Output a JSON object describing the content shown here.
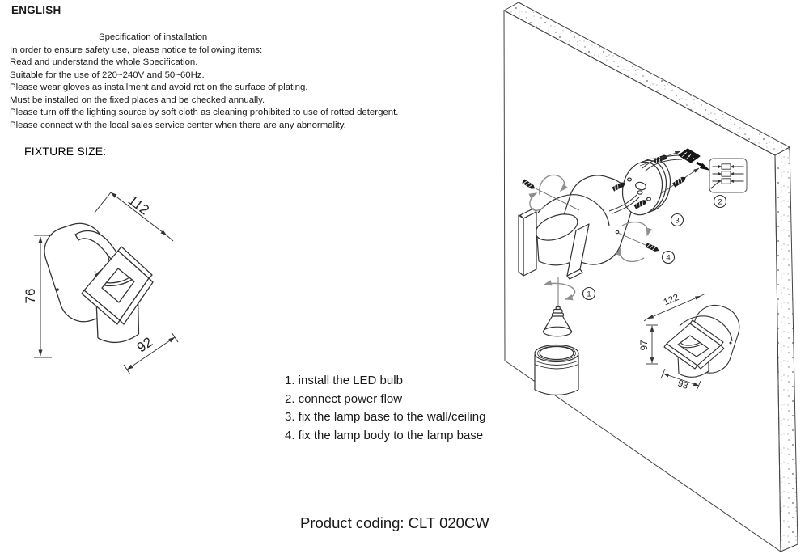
{
  "header": {
    "language": "ENGLISH"
  },
  "spec": {
    "title": "Specification of installation",
    "lines": [
      "In order to ensure safety use, please notice te following items:",
      "Read and understand the whole Specification.",
      "Suitable for the use of 220~240V and 50~60Hz.",
      "Please wear gloves as installment and avoid rot on the surface of plating.",
      "Must be installed on the fixed places and be checked annually.",
      "Please turn off the lighting source by soft cloth as cleaning prohibited to use of rotted detergent.",
      "Please connect with the local sales service center when there are any abnormality."
    ]
  },
  "fixture": {
    "label": "FIXTURE SIZE:",
    "dims": {
      "width": "112",
      "height": "76",
      "depth": "92"
    }
  },
  "steps": [
    "1. install the LED bulb",
    "2. connect power flow",
    "3. fix the lamp base to the wall/ceiling",
    "4. fix the lamp body to the lamp base"
  ],
  "product_coding": "Product coding: CLT 020CW",
  "diagram": {
    "markers": {
      "m1": "1",
      "m2": "2",
      "m3": "3",
      "m4": "4"
    },
    "small_dims": {
      "width": "122",
      "height": "97",
      "depth": "93"
    }
  },
  "colors": {
    "line": "#333333",
    "arrow_gray": "#8f8f8f",
    "speckle": "#9b9b9b",
    "background": "#ffffff"
  }
}
